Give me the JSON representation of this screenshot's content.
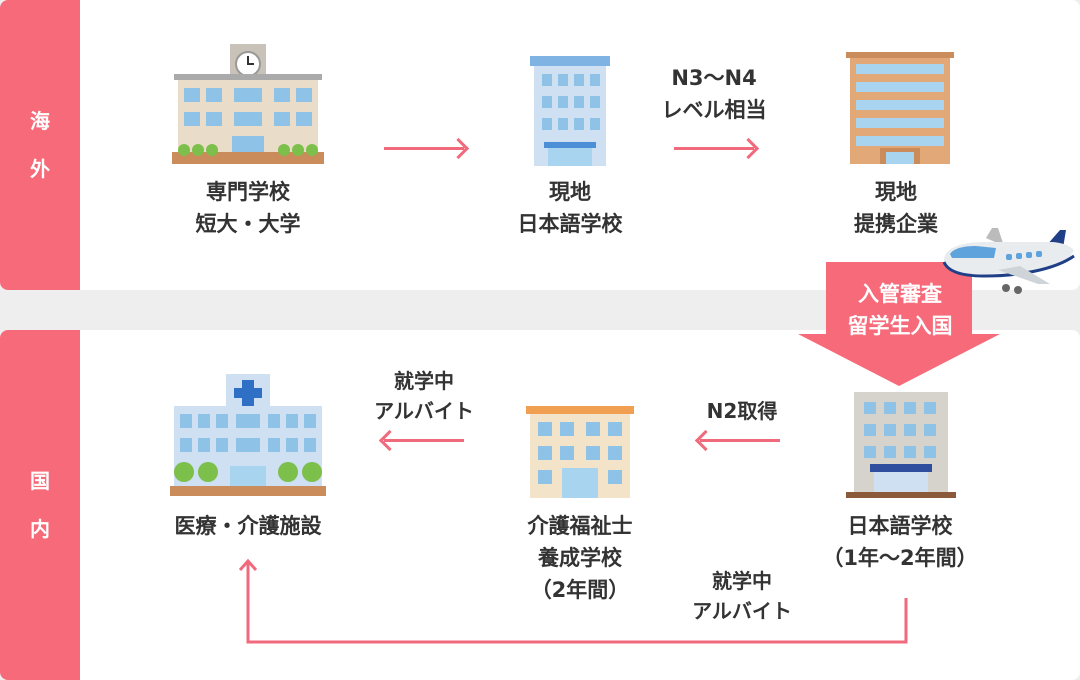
{
  "regions": {
    "overseas": [
      "海",
      "外"
    ],
    "domestic": [
      "国",
      "内"
    ]
  },
  "overseas": {
    "school": [
      "専門学校",
      "短大・大学"
    ],
    "local_school": [
      "現地",
      "日本語学校"
    ],
    "level": [
      "N3～N4",
      "レベル相当"
    ],
    "company": [
      "現地",
      "提携企業"
    ]
  },
  "transition": [
    "入管審査",
    "留学生入国"
  ],
  "domestic": {
    "japanese_school": [
      "日本語学校",
      "（1年～2年間）"
    ],
    "n2": "N2取得",
    "care_school": [
      "介護福祉士",
      "養成学校",
      "（2年間）"
    ],
    "work1": [
      "就学中",
      "アルバイト"
    ],
    "facility": "医療・介護施設",
    "work2": [
      "就学中",
      "アルバイト"
    ]
  },
  "colors": {
    "accent": "#f76a7a",
    "arrow": "#f06a7c",
    "bg": "#eeeeee"
  }
}
